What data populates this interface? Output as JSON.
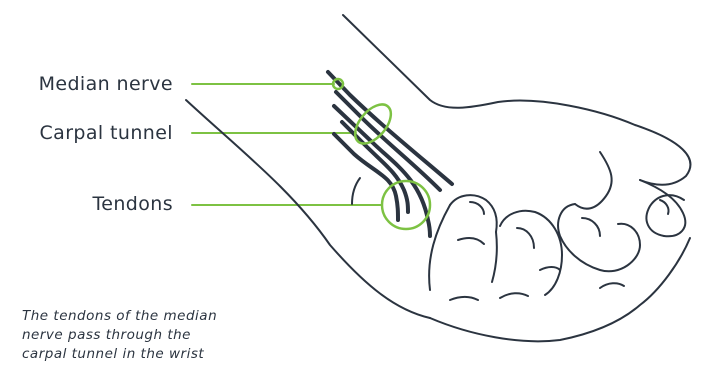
{
  "labels": {
    "median_nerve": "Median nerve",
    "carpal_tunnel": "Carpal tunnel",
    "tendons": "Tendons"
  },
  "caption": {
    "line1": "The tendons of the median",
    "line2": "nerve pass through the",
    "line3": "carpal tunnel in the wrist"
  },
  "colors": {
    "outline": "#2b3440",
    "highlight": "#7dc243"
  }
}
